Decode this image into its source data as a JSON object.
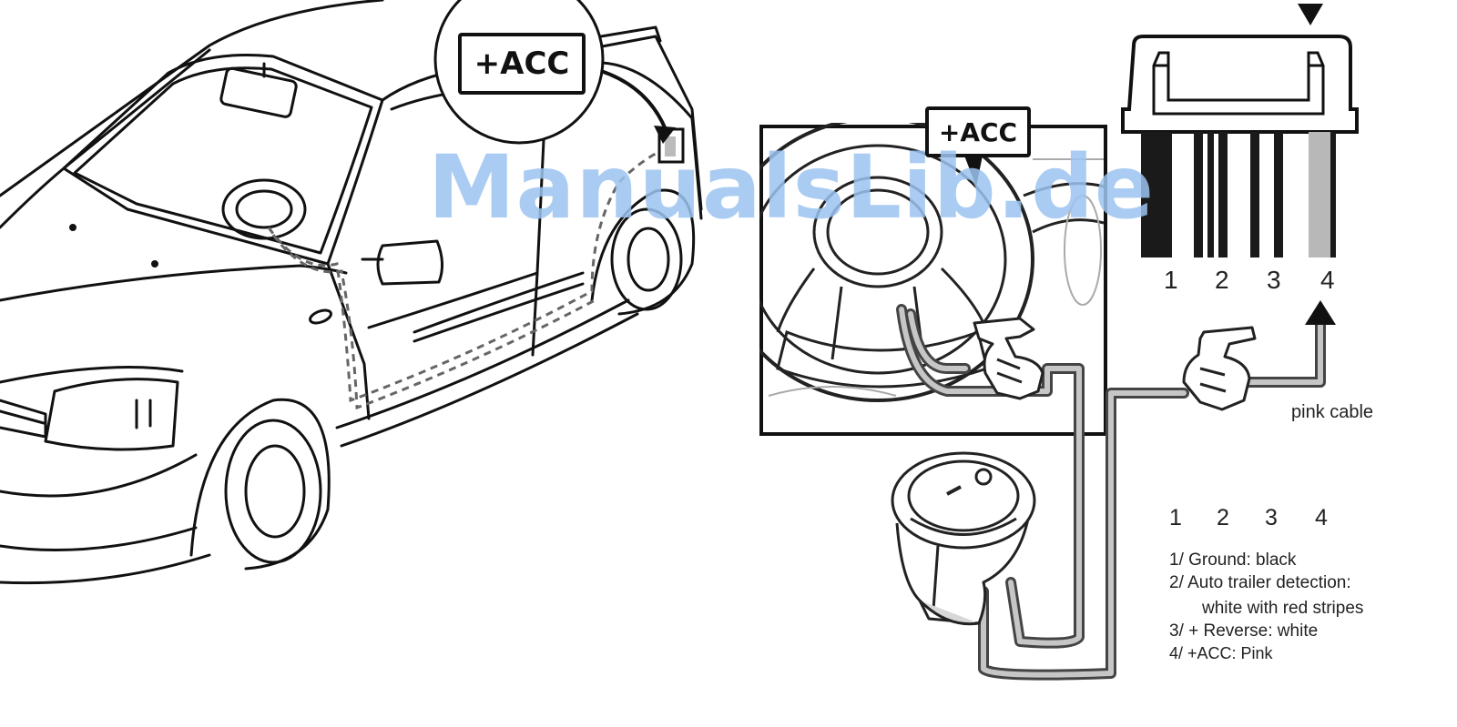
{
  "watermark": {
    "text": "ManualsLib.de",
    "color": "#9cc4f0"
  },
  "badges": {
    "car_badge": "+ACC",
    "dash_badge": "+ACC"
  },
  "connector": {
    "pin_numbers": [
      "1",
      "2",
      "3",
      "4"
    ]
  },
  "cable_label": "pink cable",
  "legend": {
    "pin_numbers": [
      "1",
      "2",
      "3",
      "4"
    ],
    "lines": [
      "1/ Ground: black",
      "2/ Auto trailer detection:",
      "white with red stripes",
      "3/ + Reverse: white",
      "4/ +ACC: Pink"
    ]
  },
  "colors": {
    "line": "#111111",
    "cable_outer": "#555555",
    "cable_inner": "#bdbdbd",
    "wire_black": "#1a1a1a",
    "wire_grey": "#b8b8b8"
  }
}
